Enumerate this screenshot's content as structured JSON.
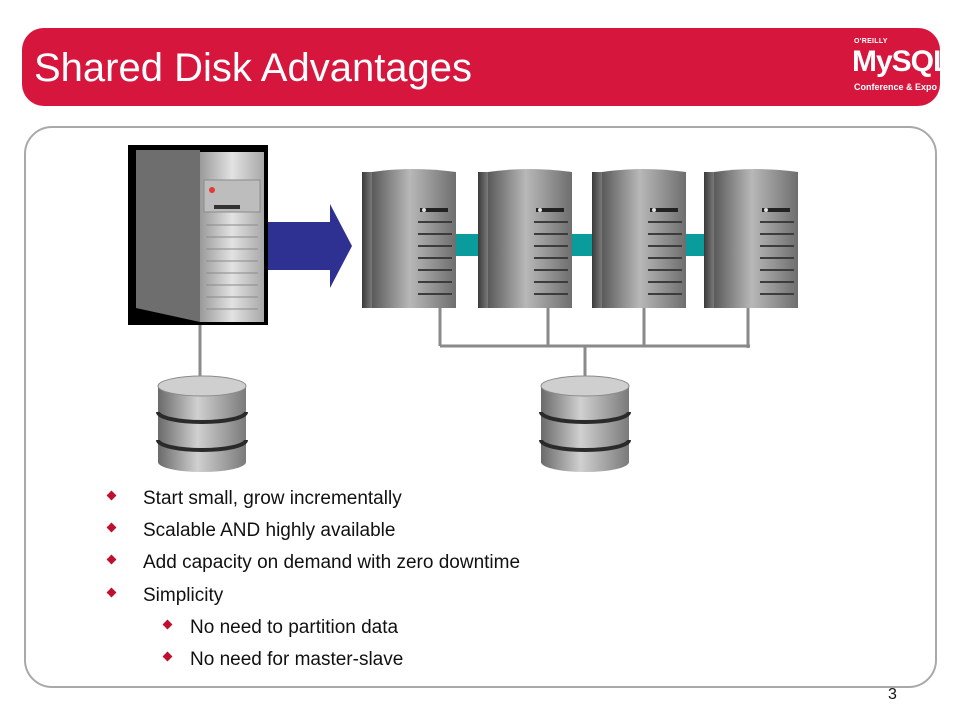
{
  "title": "Shared Disk Advantages",
  "logo": {
    "oreilly": "O'REILLY",
    "product": "MySQL",
    "tagline": "Conference & Expo"
  },
  "bullets": [
    {
      "text": "Start small, grow incrementally",
      "level": 1
    },
    {
      "text": "Scalable AND highly available",
      "level": 1
    },
    {
      "text": "Add capacity on demand with zero downtime",
      "level": 1
    },
    {
      "text": "Simplicity",
      "level": 1
    },
    {
      "text": "No need to partition data",
      "level": 2
    },
    {
      "text": "No need for master-slave",
      "level": 2
    }
  ],
  "page_number": "3",
  "colors": {
    "title_bar": "#d6163d",
    "arrow": "#2f3192",
    "interconnect": "#0a9c9c",
    "bullet": "#c01030"
  }
}
